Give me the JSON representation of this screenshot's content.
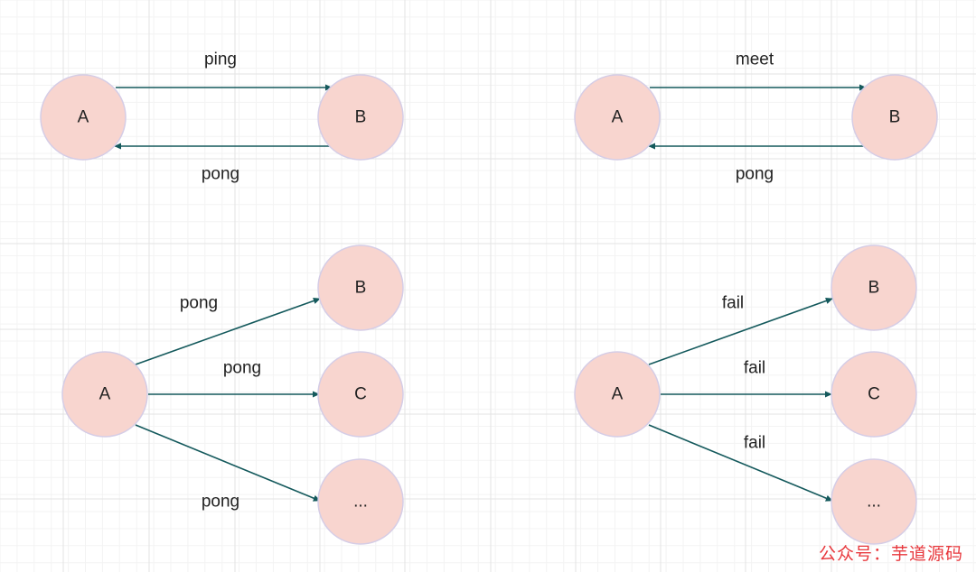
{
  "colors": {
    "node_fill": "#f8d5cf",
    "node_stroke": "#d5cde6",
    "edge": "#14595c",
    "grid_major": "#e3e3e3",
    "grid_minor": "#f3f3f3",
    "watermark": "#e8383d"
  },
  "panels": [
    {
      "name": "panel-ping",
      "nodes": [
        {
          "id": "A",
          "label": "A"
        },
        {
          "id": "B",
          "label": "B"
        }
      ],
      "edges": [
        {
          "from": "A",
          "to": "B",
          "label": "ping"
        },
        {
          "from": "B",
          "to": "A",
          "label": "pong"
        }
      ]
    },
    {
      "name": "panel-meet",
      "nodes": [
        {
          "id": "A",
          "label": "A"
        },
        {
          "id": "B",
          "label": "B"
        }
      ],
      "edges": [
        {
          "from": "A",
          "to": "B",
          "label": "meet"
        },
        {
          "from": "B",
          "to": "A",
          "label": "pong"
        }
      ]
    },
    {
      "name": "panel-pong-broadcast",
      "nodes": [
        {
          "id": "A",
          "label": "A"
        },
        {
          "id": "B",
          "label": "B"
        },
        {
          "id": "C",
          "label": "C"
        },
        {
          "id": "D",
          "label": "..."
        }
      ],
      "edges": [
        {
          "from": "A",
          "to": "B",
          "label": "pong"
        },
        {
          "from": "A",
          "to": "C",
          "label": "pong"
        },
        {
          "from": "A",
          "to": "D",
          "label": "pong"
        }
      ]
    },
    {
      "name": "panel-fail-broadcast",
      "nodes": [
        {
          "id": "A",
          "label": "A"
        },
        {
          "id": "B",
          "label": "B"
        },
        {
          "id": "C",
          "label": "C"
        },
        {
          "id": "D",
          "label": "..."
        }
      ],
      "edges": [
        {
          "from": "A",
          "to": "B",
          "label": "fail"
        },
        {
          "from": "A",
          "to": "C",
          "label": "fail"
        },
        {
          "from": "A",
          "to": "D",
          "label": "fail"
        }
      ]
    }
  ],
  "watermark": {
    "text": "公众号：芋道源码"
  }
}
